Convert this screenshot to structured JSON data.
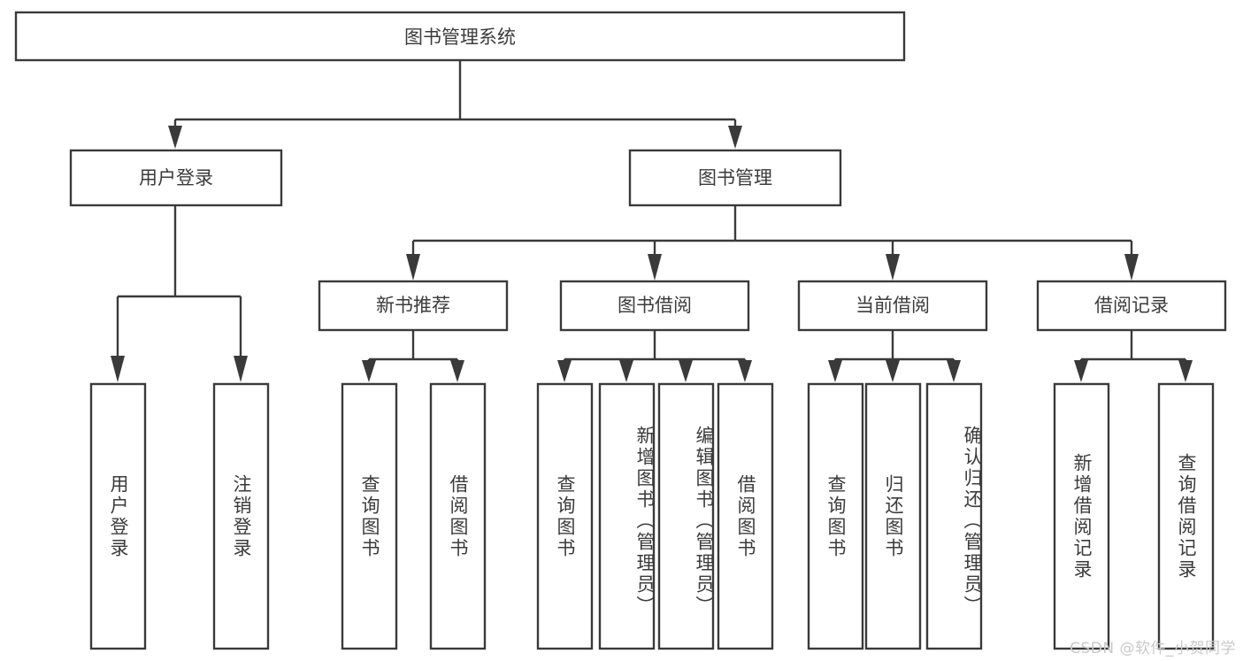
{
  "diagram": {
    "title": "图书管理系统",
    "type": "tree",
    "orientation": "top-down",
    "colors": {
      "box_stroke": "#3a3a3a",
      "box_fill": "#ffffff",
      "text": "#3b3b3b",
      "connector": "#3a3a3a",
      "background": "#ffffff",
      "watermark": "#c9c9c9"
    },
    "root": {
      "label": "图书管理系统",
      "id": "root"
    },
    "level2": [
      {
        "id": "user-login",
        "label": "用户登录"
      },
      {
        "id": "book-management",
        "label": "图书管理"
      }
    ],
    "level3": [
      {
        "id": "new-book-recommend",
        "label": "新书推荐",
        "parent": "book-management"
      },
      {
        "id": "book-borrow",
        "label": "图书借阅",
        "parent": "book-management"
      },
      {
        "id": "current-borrow",
        "label": "当前借阅",
        "parent": "book-management"
      },
      {
        "id": "borrow-record",
        "label": "借阅记录",
        "parent": "book-management"
      }
    ],
    "leaves": [
      {
        "id": "leaf-user-login",
        "label": "用户登录",
        "parent": "user-login"
      },
      {
        "id": "leaf-logout-login",
        "label": "注销登录",
        "parent": "user-login"
      },
      {
        "id": "leaf-query-book-1",
        "label": "查询图书",
        "parent": "new-book-recommend"
      },
      {
        "id": "leaf-borrow-book-1",
        "label": "借阅图书",
        "parent": "new-book-recommend"
      },
      {
        "id": "leaf-query-book-2",
        "label": "查询图书",
        "parent": "book-borrow"
      },
      {
        "id": "leaf-add-book",
        "label": "新增图书（管理员）",
        "parent": "book-borrow"
      },
      {
        "id": "leaf-edit-book",
        "label": "编辑图书（管理员）",
        "parent": "book-borrow"
      },
      {
        "id": "leaf-borrow-book-2",
        "label": "借阅图书",
        "parent": "book-borrow"
      },
      {
        "id": "leaf-query-book-3",
        "label": "查询图书",
        "parent": "current-borrow"
      },
      {
        "id": "leaf-return-book",
        "label": "归还图书",
        "parent": "current-borrow"
      },
      {
        "id": "leaf-confirm-return",
        "label": "确认归还（管理员）",
        "parent": "current-borrow"
      },
      {
        "id": "leaf-add-record",
        "label": "新增借阅记录",
        "parent": "borrow-record"
      },
      {
        "id": "leaf-query-record",
        "label": "查询借阅记录",
        "parent": "borrow-record"
      }
    ],
    "watermark": "CSDN @软件_小贺同学"
  }
}
